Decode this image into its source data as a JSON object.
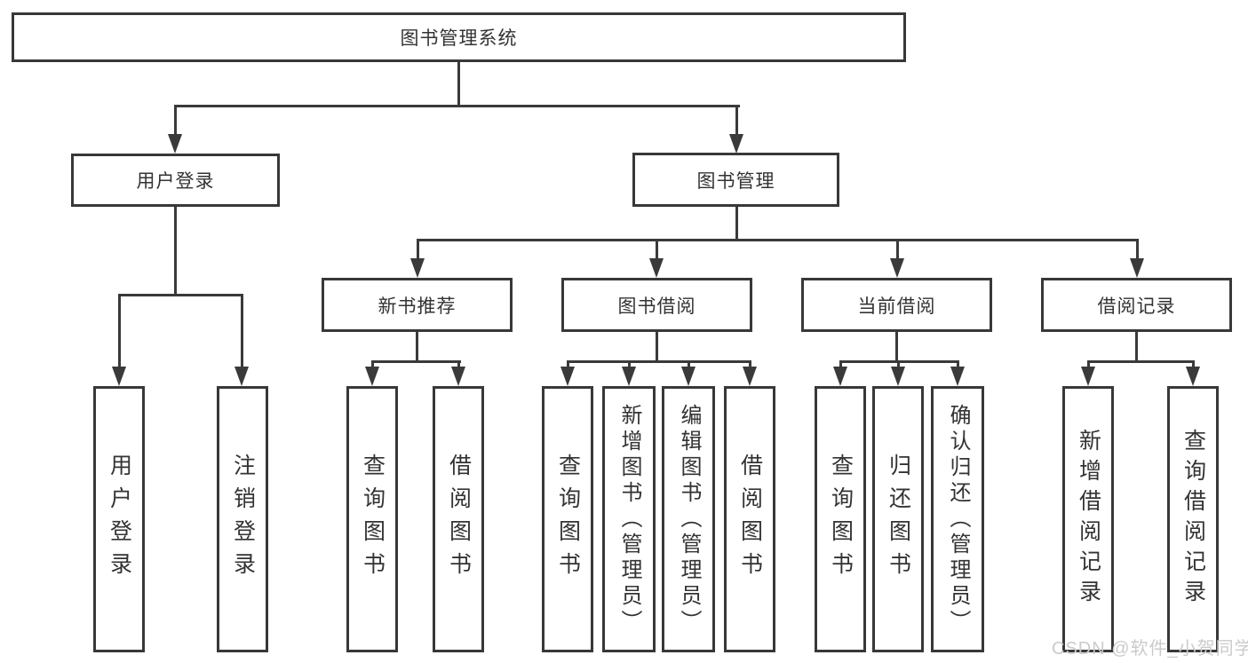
{
  "diagram_type": "functional-structure-tree",
  "tree": {
    "label": "图书管理系统",
    "children": [
      {
        "label": "用户登录",
        "children": [
          {
            "label": "用户登录"
          },
          {
            "label": "注销登录"
          }
        ]
      },
      {
        "label": "图书管理",
        "children": [
          {
            "label": "新书推荐",
            "children": [
              {
                "label": "查询图书"
              },
              {
                "label": "借阅图书"
              }
            ]
          },
          {
            "label": "图书借阅",
            "children": [
              {
                "label": "查询图书"
              },
              {
                "label": "新增图书（管理员）"
              },
              {
                "label": "编辑图书（管理员）"
              },
              {
                "label": "借阅图书"
              }
            ]
          },
          {
            "label": "当前借阅",
            "children": [
              {
                "label": "查询图书"
              },
              {
                "label": "归还图书"
              },
              {
                "label": "确认归还（管理员）"
              }
            ]
          },
          {
            "label": "借阅记录",
            "children": [
              {
                "label": "新增借阅记录"
              },
              {
                "label": "查询借阅记录"
              }
            ]
          }
        ]
      }
    ]
  },
  "watermark": {
    "text": "CSDN @软件_小贺同学"
  },
  "colors": {
    "line": "#3a3a3a",
    "box_border": "#383838",
    "box_fill": "#ffffff",
    "text": "#333333",
    "watermark": "#cbcbcb",
    "background": "#ffffff"
  }
}
